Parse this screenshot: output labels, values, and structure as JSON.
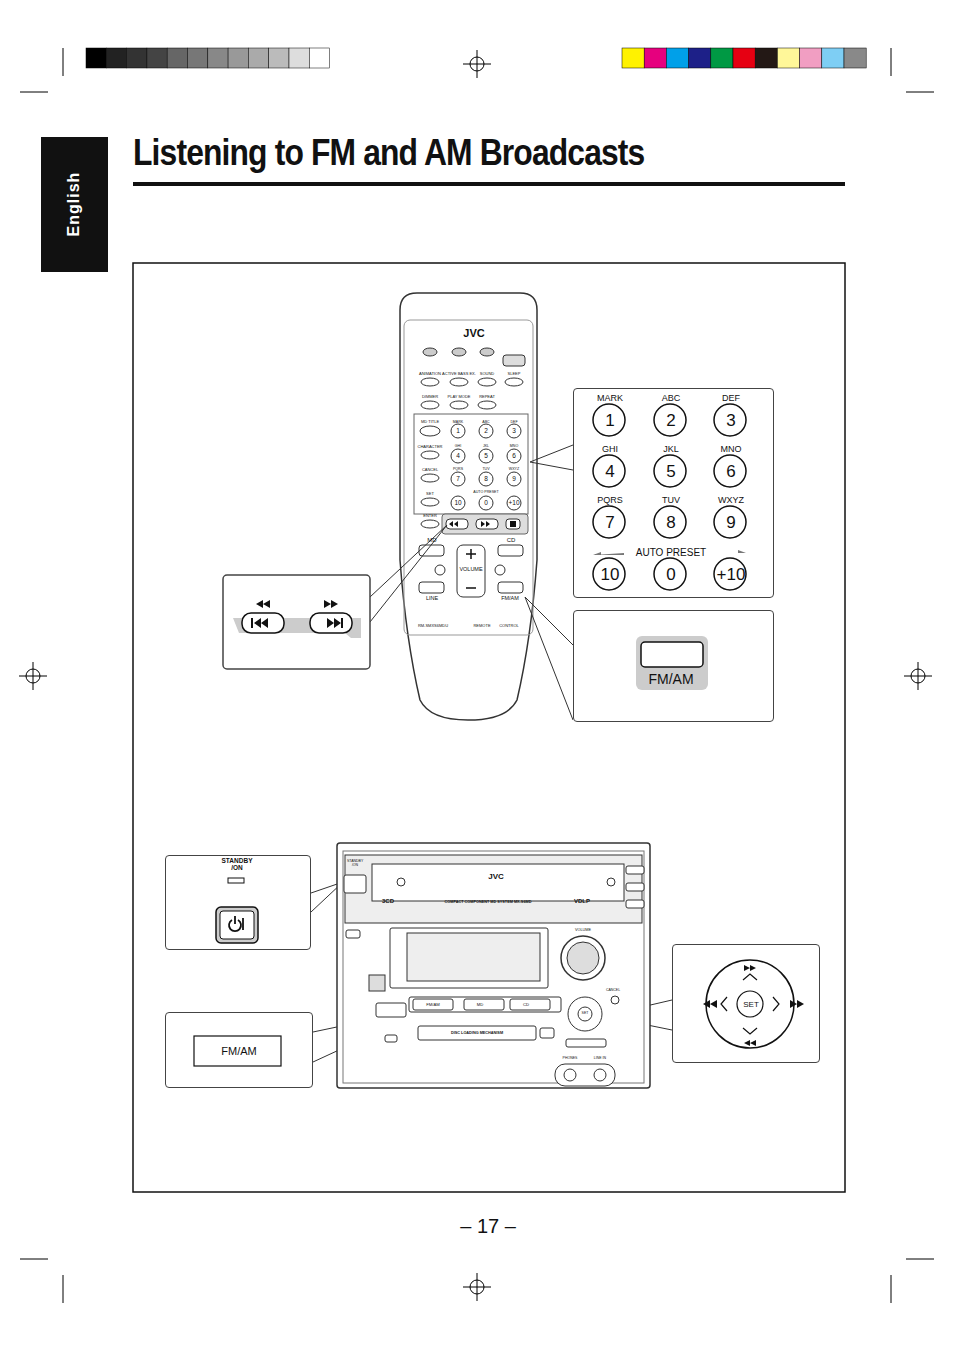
{
  "diagram": {
    "title": "Listening to FM and AM Broadcasts",
    "nodes": [
      {
        "text": [
          "MARK",
          "ABC",
          "DEF",
          "1",
          "2",
          "3",
          "GHI",
          "JKL",
          "MNO",
          "4",
          "5",
          "6",
          "PQRS",
          "TUV",
          "WXYZ",
          "7",
          "8",
          "9",
          "AUTO PRESET",
          "10",
          "0",
          "+10"
        ]
      },
      {
        "text": [
          "FM/AM"
        ]
      },
      {
        "text": [
          "STANDBY /ON"
        ]
      },
      {
        "text": [
          "FM/AM"
        ]
      },
      {
        "text": [
          "SET"
        ]
      }
    ],
    "labels": [
      "English",
      "– 17 –",
      "JVC",
      "ANIMATION",
      "ACTIVE BASS EX.",
      "SOUND",
      "SLEEP",
      "DIMMER",
      "PLAY MODE",
      "REPEAT",
      "MD TITLE",
      "CHARACTER",
      "CANCEL",
      "SET",
      "ENTER",
      "MARK",
      "ABC",
      "DEF",
      "1",
      "2",
      "3",
      "GHI",
      "JKL",
      "MNO",
      "4",
      "5",
      "6",
      "PQRS",
      "TUV",
      "WXYZ",
      "7",
      "8",
      "9",
      "AUTO PRESET",
      "10",
      "0",
      "+10",
      "MD",
      "CD",
      "VOLUME",
      "LINE",
      "FM/AM",
      "RM-SMXS6MDU",
      "REMOTE",
      "CONTROL",
      "STANDBY /ON",
      "JVC",
      "3CD",
      "COMPACT COMPONENT MD SYSTEM MX-S6MD",
      "VDLP",
      "FM/AM",
      "MD",
      "CD",
      "DISC LOADING MECHANISM",
      "VOLUME",
      "CANCEL",
      "SET",
      "PHONES",
      "LINE IN"
    ]
  }
}
